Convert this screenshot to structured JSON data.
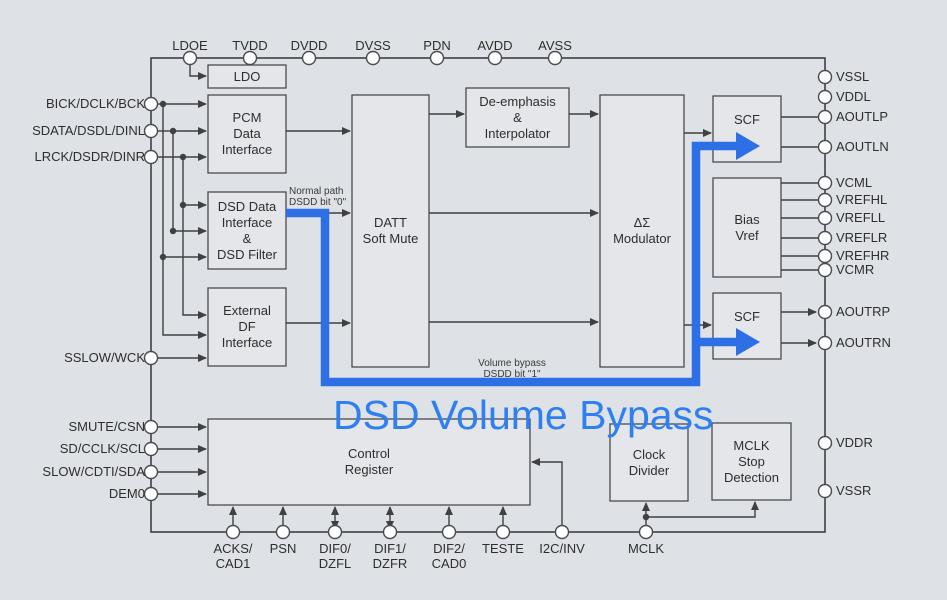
{
  "annotation": {
    "title": "DSD Volume Bypass",
    "normal_path_note": "Normal path\nDSDD bit \"0\"",
    "volume_bypass_note": "Volume bypass\nDSDD bit \"1\""
  },
  "colors": {
    "background": "#dee1e5",
    "block_fill": "#e4e6ea",
    "line": "#3f4043",
    "highlight_path": "#2d6fe4",
    "annotation_text": "#2e80f0"
  },
  "blocks": {
    "ldo": "LDO",
    "pcm": "PCM\nData\nInterface",
    "dsd": "DSD Data\nInterface\n&\nDSD Filter",
    "ext_df": "External\nDF\nInterface",
    "datt": "DATT\nSoft Mute",
    "deemphasis": "De-emphasis\n&\nInterpolator",
    "modulator": "ΔΣ\nModulator",
    "scf_left": "SCF",
    "scf_right": "SCF",
    "bias": "Bias\nVref",
    "control_register": "Control\nRegister",
    "clock_divider": "Clock\nDivider",
    "mclk_stop": "MCLK\nStop\nDetection"
  },
  "pins": {
    "top": [
      "LDOE",
      "TVDD",
      "DVDD",
      "DVSS",
      "PDN",
      "AVDD",
      "AVSS"
    ],
    "left": [
      "BICK/DCLK/BCK",
      "SDATA/DSDL/DINL",
      "LRCK/DSDR/DINR",
      "SSLOW/WCK",
      "SMUTE/CSN",
      "SD/CCLK/SCL",
      "SLOW/CDTI/SDA",
      "DEM0"
    ],
    "right": [
      "VSSL",
      "VDDL",
      "AOUTLP",
      "AOUTLN",
      "VCML",
      "VREFHL",
      "VREFLL",
      "VREFLR",
      "VREFHR",
      "VCMR",
      "AOUTRP",
      "AOUTRN",
      "VDDR",
      "VSSR"
    ],
    "bottom": [
      "ACKS/\nCAD1",
      "PSN",
      "DIF0/\nDZFL",
      "DIF1/\nDZFR",
      "DIF2/\nCAD0",
      "TESTE",
      "I2C/INV",
      "MCLK"
    ]
  }
}
